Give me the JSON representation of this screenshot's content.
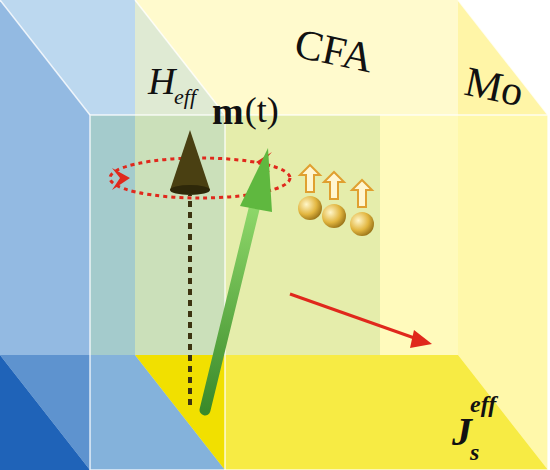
{
  "diagram": {
    "labels": [
      "CFA",
      "Mo",
      "H",
      "eff",
      "m",
      "(t)",
      "J",
      "s",
      "eff"
    ]
  }
}
